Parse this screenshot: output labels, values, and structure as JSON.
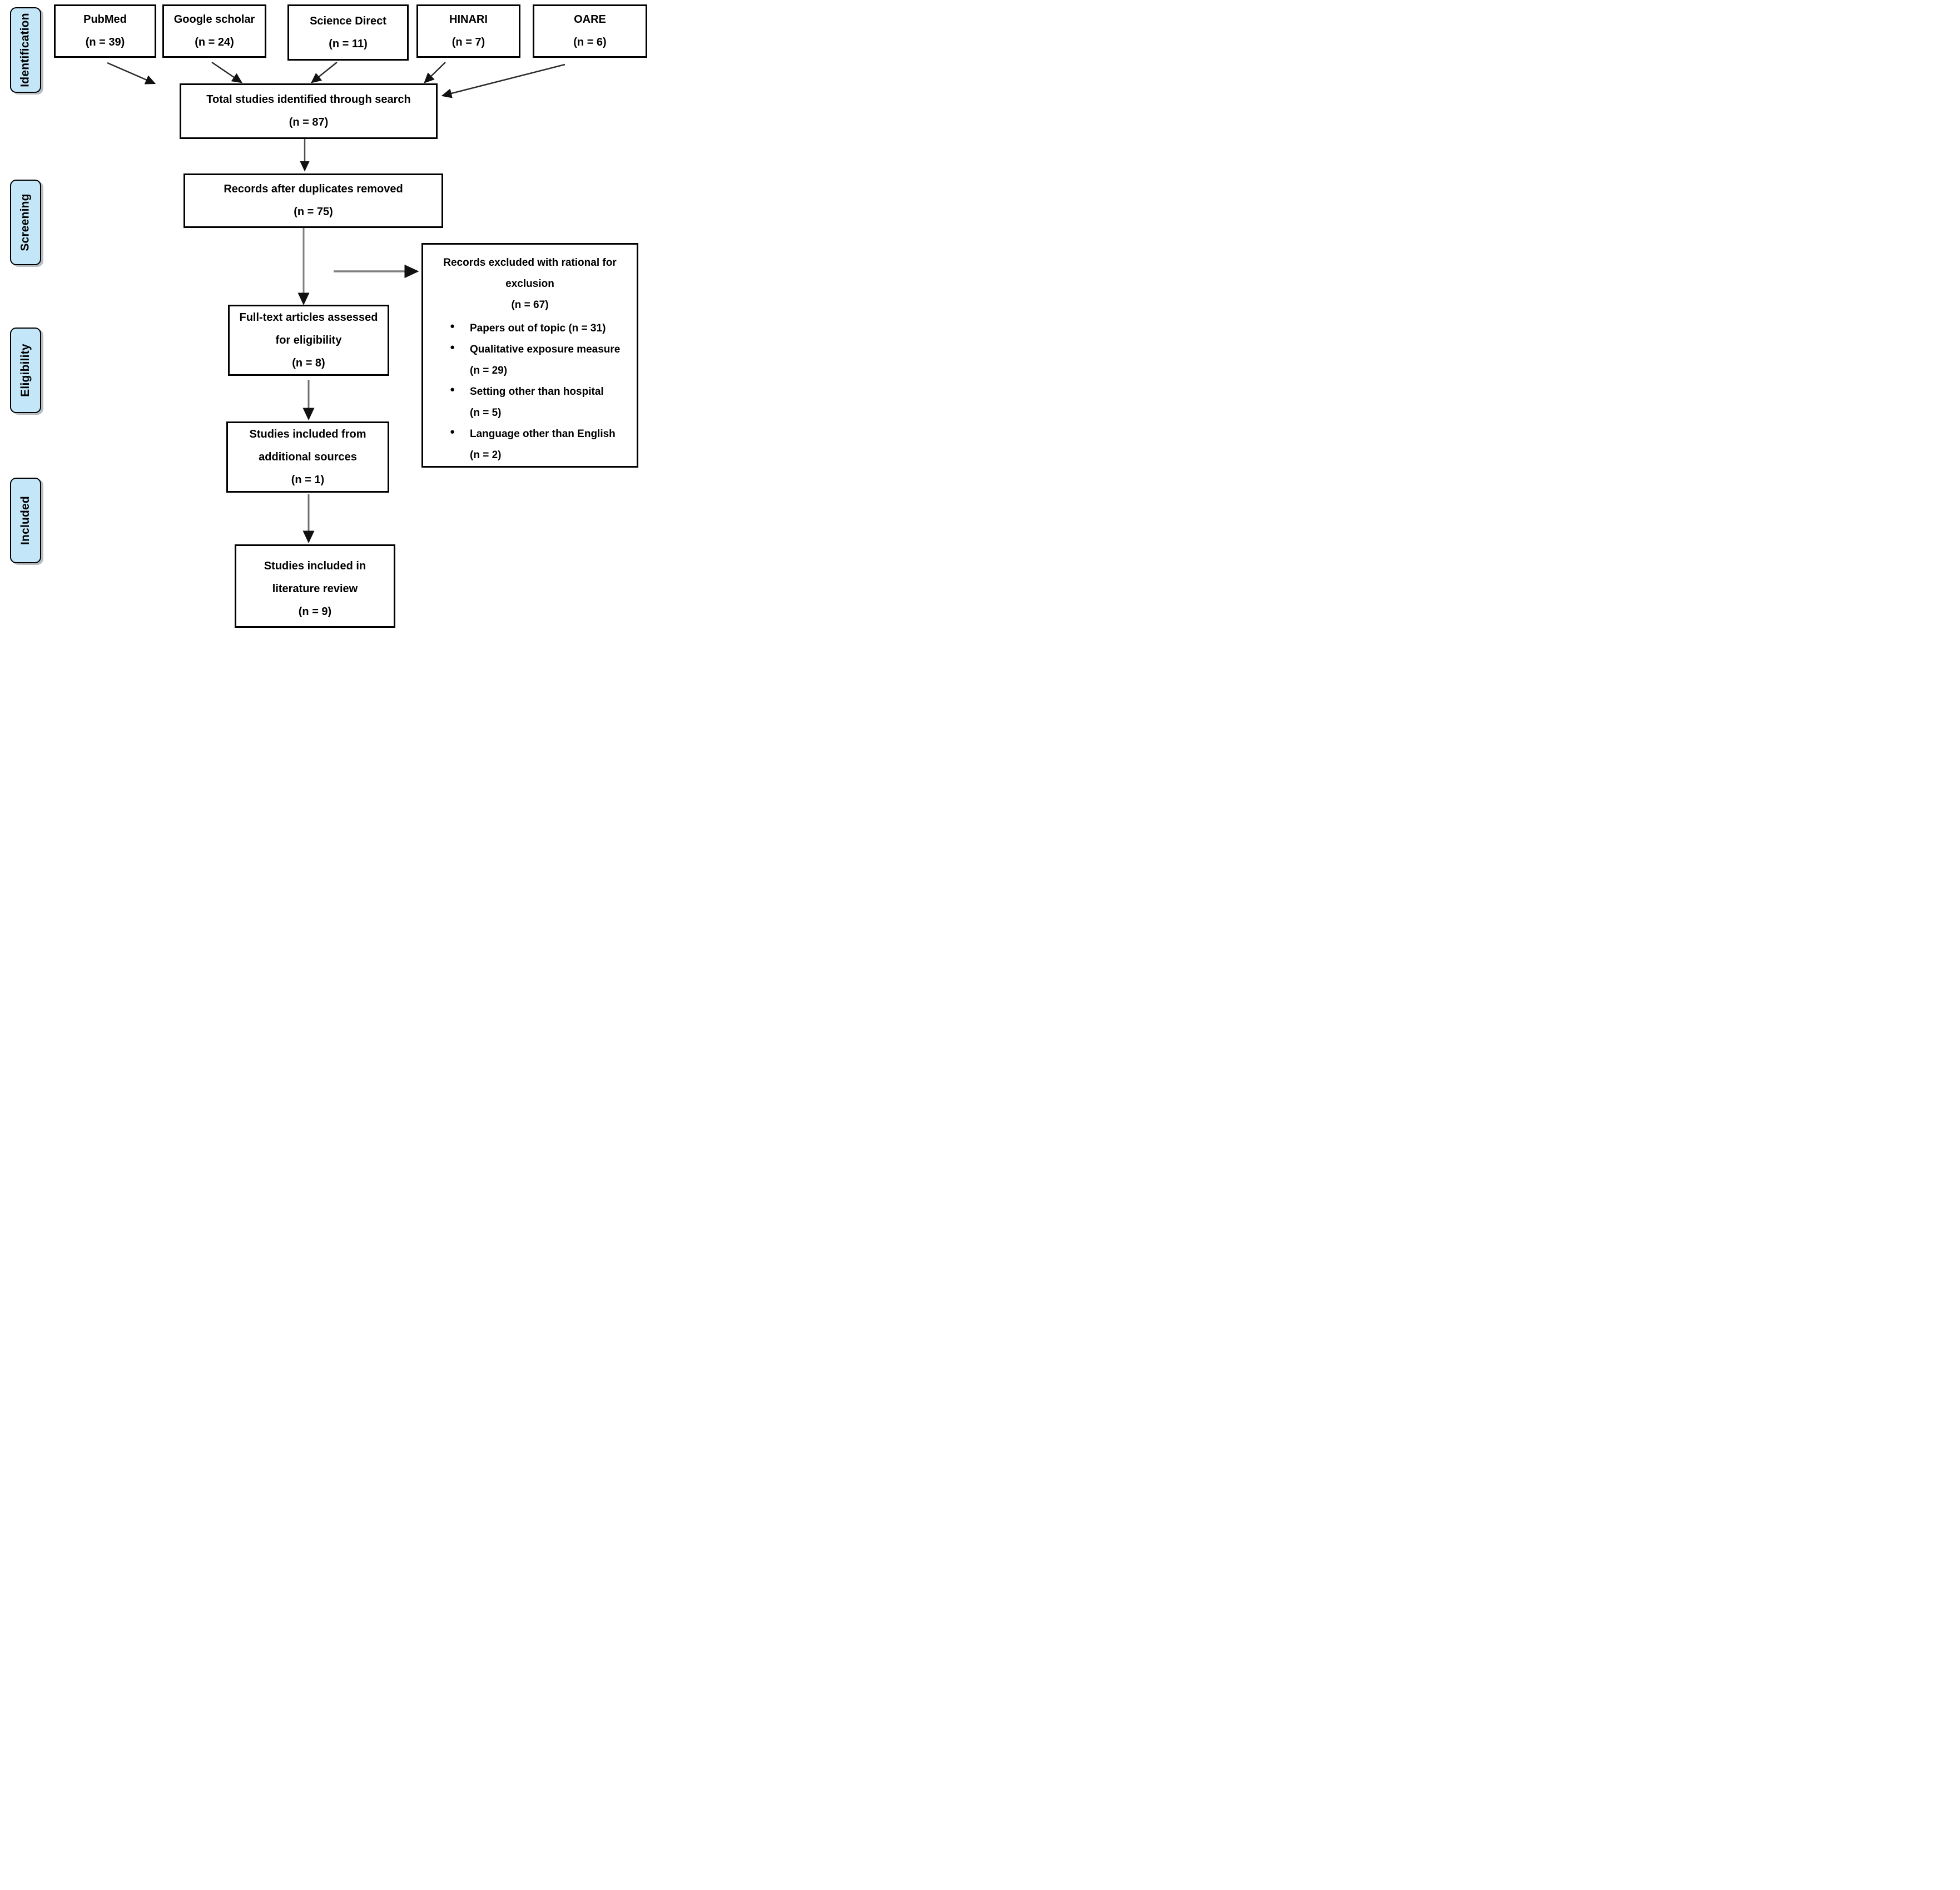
{
  "diagram_title": "PRISMA study selection flow diagram",
  "colors": {
    "stage_fill": "#c3e6f9",
    "box_border": "#000000",
    "arrow_line_dark": "#2b2b2b",
    "arrow_line_gray": "#7f7f7f",
    "arrow_head": "#111111"
  },
  "stages": [
    {
      "label": "Identification"
    },
    {
      "label": "Screening"
    },
    {
      "label": "Eligibility"
    },
    {
      "label": "Included"
    }
  ],
  "sources": [
    {
      "name": "PubMed",
      "count": "(n = 39)"
    },
    {
      "name": "Google scholar",
      "count": "(n =  24)"
    },
    {
      "name": "Science Direct",
      "count": "(n = 11)"
    },
    {
      "name": "HINARI",
      "count": "(n = 7)"
    },
    {
      "name": "OARE",
      "count": "(n = 6)"
    }
  ],
  "nodes": {
    "total": {
      "lines": [
        "Total studies identified through search",
        "(n = 87)"
      ]
    },
    "dedup": {
      "lines": [
        "Records after duplicates removed",
        "(n = 75)"
      ]
    },
    "fulltext": {
      "lines": [
        "Full-text articles assessed",
        "for eligibility",
        "(n = 8)"
      ]
    },
    "additional": {
      "lines": [
        "Studies included from",
        "additional sources",
        "(n = 1)"
      ]
    },
    "final": {
      "lines": [
        "Studies included in",
        "literature review",
        "(n = 9)"
      ]
    }
  },
  "excluded": {
    "title_lines": [
      "Records excluded with rational for",
      "exclusion",
      "(n = 67)"
    ],
    "bullet_glyph": "●",
    "reasons": [
      {
        "lines": [
          "Papers out of topic (n = 31)"
        ]
      },
      {
        "lines": [
          "Qualitative exposure measure",
          "(n = 29)"
        ]
      },
      {
        "lines": [
          "Setting other than hospital",
          "(n = 5)"
        ]
      },
      {
        "lines": [
          "Language other than English",
          "(n = 2)"
        ]
      }
    ]
  }
}
